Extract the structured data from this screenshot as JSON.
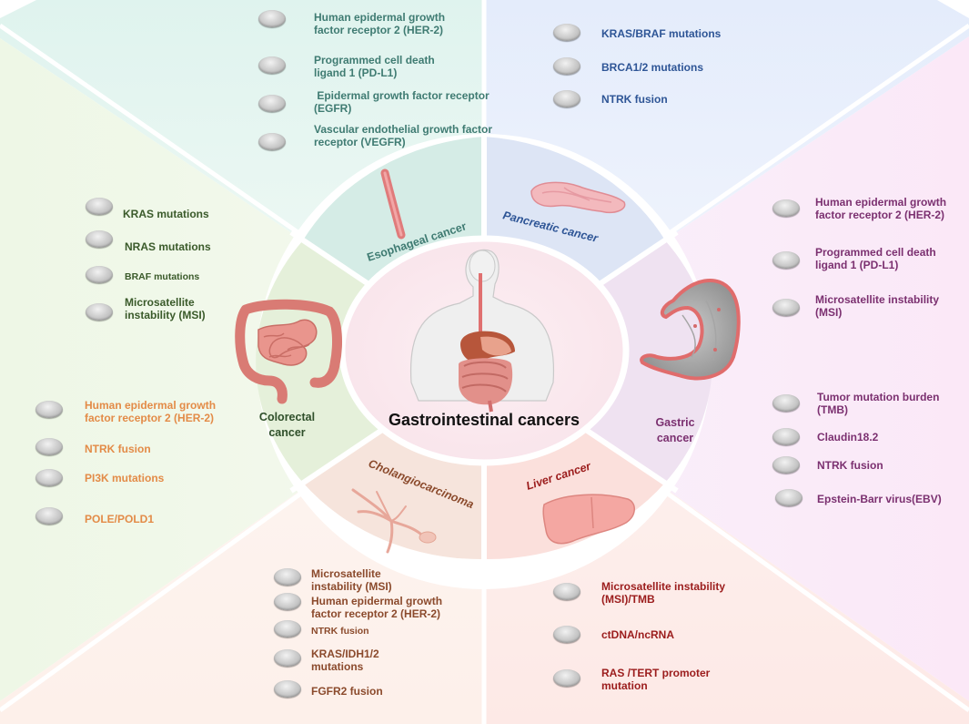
{
  "center": {
    "title": "Gastrointestinal cancers"
  },
  "segments": {
    "esophageal": "Esophageal cancer",
    "pancreatic": "Pancreatic cancer",
    "gastric": "Gastric\ncancer",
    "liver": "Liver cancer",
    "cholangio": "Cholangiocarcinoma",
    "colorectal": "Colorectal\ncancer"
  },
  "markers": {
    "esophageal": [
      "Human epidermal growth\nfactor receptor 2 (HER-2)",
      "Programmed cell death\nligand 1 (PD-L1)",
      " Epidermal growth factor receptor\n(EGFR)",
      "Vascular endothelial growth factor\nreceptor (VEGFR)"
    ],
    "pancreatic": [
      "KRAS/BRAF mutations",
      "BRCA1/2 mutations",
      "NTRK fusion"
    ],
    "gastric": [
      "Human epidermal growth\nfactor receptor 2 (HER-2)",
      "Programmed cell death\nligand 1 (PD-L1)",
      "Microsatellite instability\n(MSI)",
      "Tumor mutation burden\n(TMB)",
      "Claudin18.2",
      "NTRK fusion",
      "Epstein-Barr virus(EBV)"
    ],
    "colorectal_top": [
      "KRAS mutations",
      "NRAS mutations",
      "BRAF mutations",
      "Microsatellite\ninstability (MSI)"
    ],
    "colorectal_bottom": [
      "Human epidermal growth\nfactor receptor 2 (HER-2)",
      "NTRK fusion",
      "PI3K mutations",
      "POLE/POLD1"
    ],
    "cholangio": [
      "Microsatellite\ninstability (MSI)",
      "Human epidermal growth\nfactor receptor 2 (HER-2)",
      "NTRK fusion",
      "KRAS/IDH1/2\nmutations",
      "FGFR2 fusion"
    ],
    "liver": [
      "Microsatellite instability\n(MSI)/TMB",
      "ctDNA/ncRNA",
      "RAS /TERT promoter\nmutation"
    ]
  },
  "colors": {
    "esophageal": "#3f7b72",
    "pancreatic": "#2e5596",
    "gastric": "#7b3070",
    "colorectal_top": "#3a5a2a",
    "colorectal_bottom": "#e38b47",
    "cholangio": "#8b4a2c",
    "liver": "#9b1c1c"
  }
}
